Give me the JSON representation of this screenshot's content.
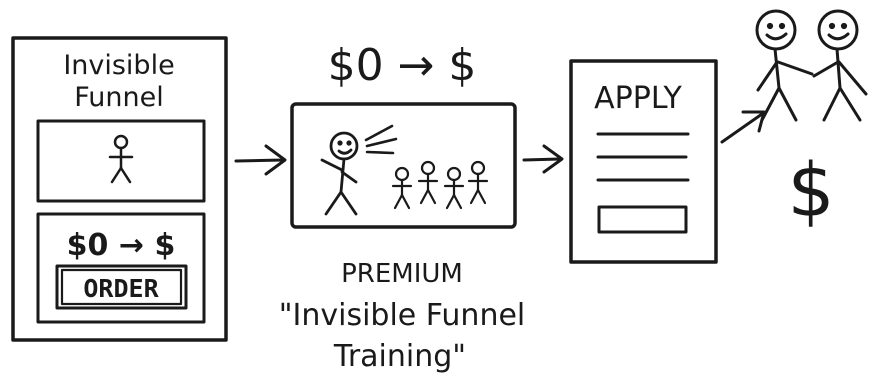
{
  "funnel_box": {
    "title_line1": "Invisible",
    "title_line2": "Funnel",
    "price_change": "$0 → $",
    "order_button": "ORDER"
  },
  "premium": {
    "price_change": "$0 → $",
    "label_line1": "PREMIUM",
    "label_line2": "\"Invisible Funnel",
    "label_line3": "Training\""
  },
  "apply_form": {
    "title": "APPLY"
  },
  "result": {
    "dollar": "$"
  }
}
